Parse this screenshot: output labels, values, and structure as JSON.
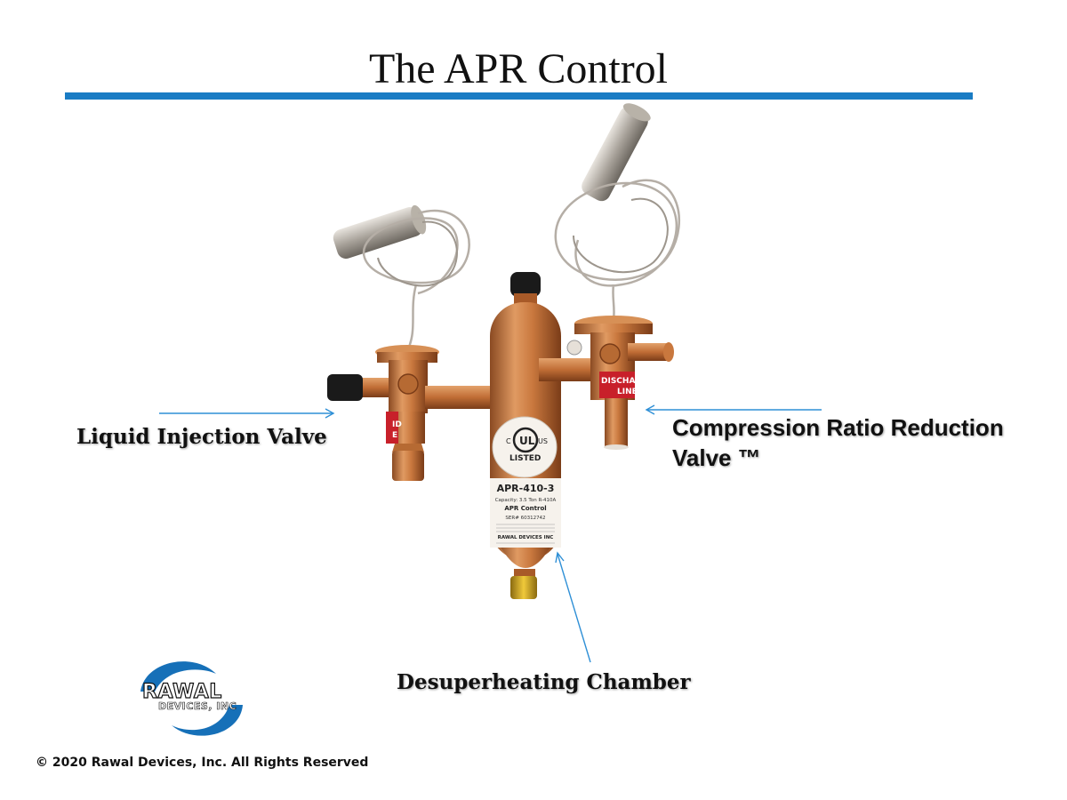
{
  "title": "The APR Control",
  "colors": {
    "rule": "#1a7cc4",
    "copper": "#c9783e",
    "arrow": "#2e8fd6"
  },
  "labels": {
    "liquid_injection": "Liquid Injection Valve",
    "crr_line1": "Compression Ratio Reduction",
    "crr_line2": "Valve ™",
    "desuperheating": "Desuperheating Chamber"
  },
  "product_tag": {
    "ul_top": "US",
    "ul_listed": "LISTED",
    "model": "APR-410-3",
    "capacity": "Capacity: 3.5 Ton R-410A",
    "name": "APR Control",
    "serial": "SER# 60312742",
    "maker": "RAWAL DEVICES INC",
    "left_valve_tag": "ID\nE",
    "right_valve_tag_1": "DISCHA",
    "right_valve_tag_2": "LINE"
  },
  "logo": {
    "line1": "RAWAL",
    "line2": "DEVICES, INC"
  },
  "copyright": "© 2020 Rawal Devices, Inc. All Rights Reserved"
}
